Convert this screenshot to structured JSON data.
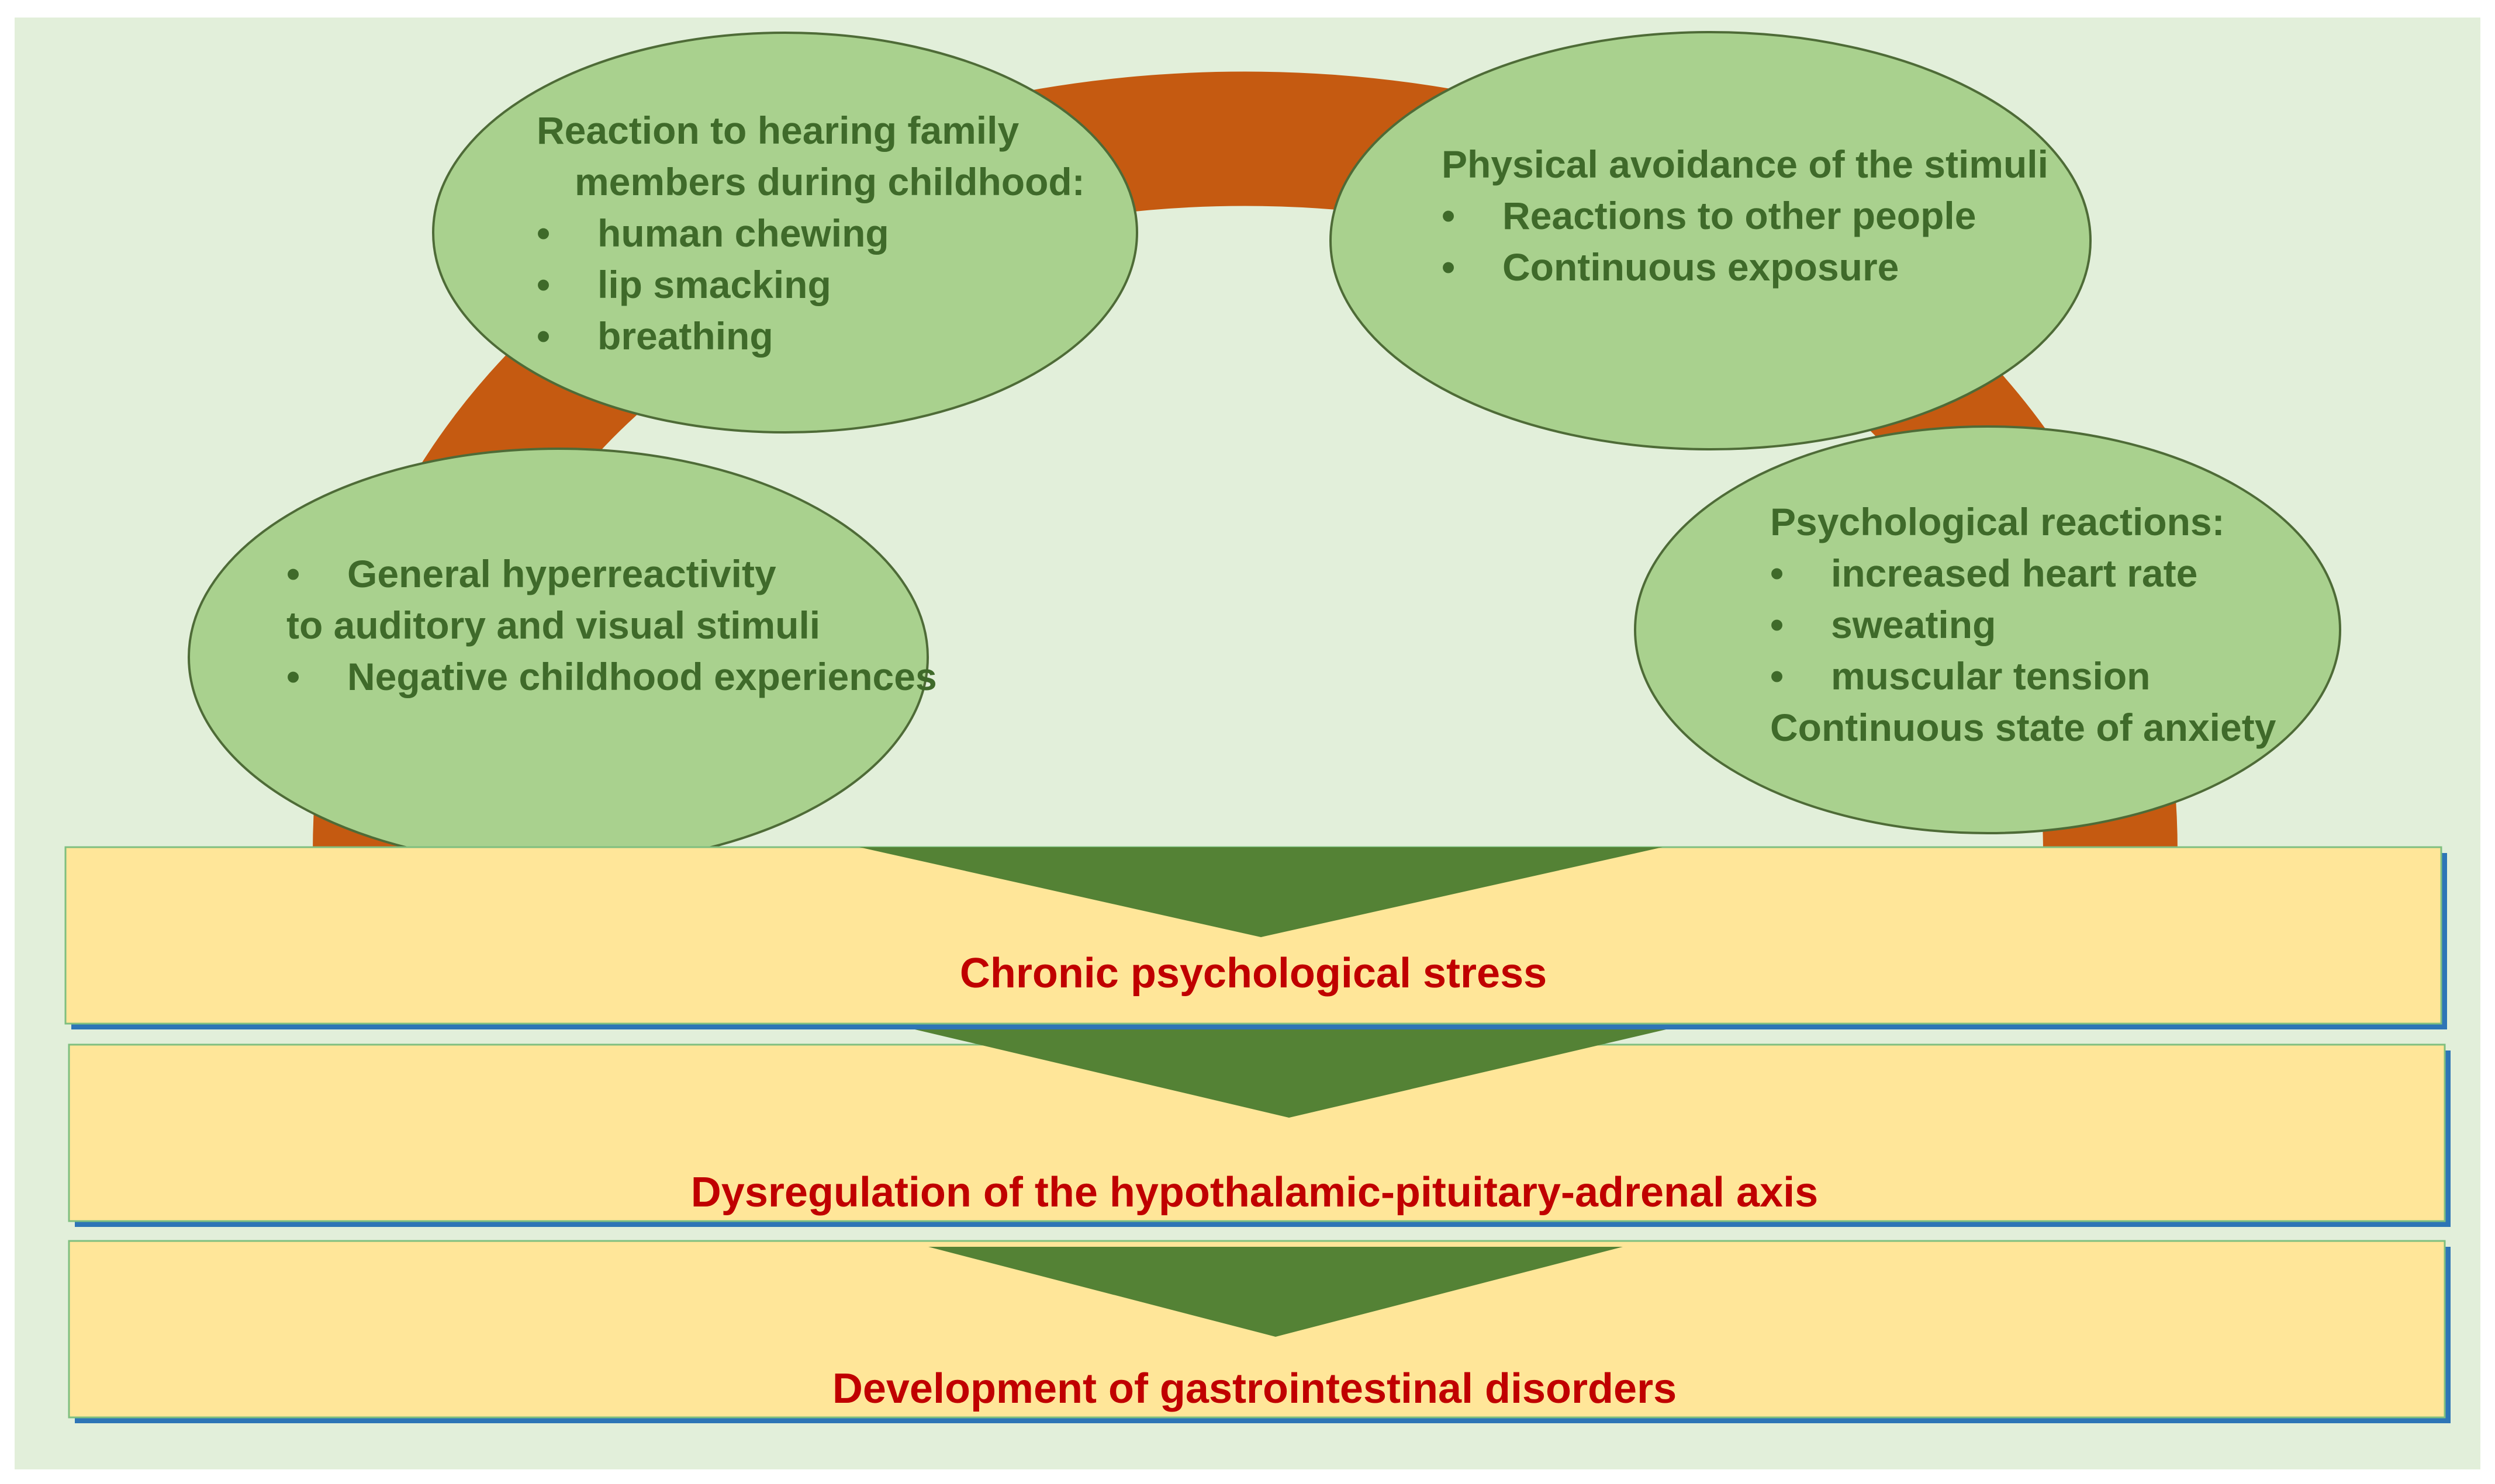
{
  "colors": {
    "background": "#e2efda",
    "arc": "#c55a11",
    "ellipse_fill": "#a9d18e",
    "ellipse_stroke": "#4e6b37",
    "band_fill": "#ffe699",
    "band_shadow": "#2e75b6",
    "arrow_fill": "#548235",
    "bubble_text": "#3f6a2a",
    "band_text": "#c00000"
  },
  "bubbles": {
    "top_left": {
      "line1": "Reaction to hearing family",
      "line2": "members during childhood:",
      "bullets": [
        "human chewing",
        "lip smacking",
        "breathing"
      ]
    },
    "top_right": {
      "heading": "Physical avoidance of the stimuli",
      "bullets": [
        "Reactions to other people",
        "Continuous exposure"
      ]
    },
    "left": {
      "bullet1": "General hyperreactivity",
      "continuation": "to auditory and visual stimuli",
      "bullet2": "Negative childhood experiences"
    },
    "right": {
      "heading": "Psychological reactions:",
      "bullets": [
        "increased heart rate",
        "sweating",
        "muscular tension"
      ],
      "footer": "Continuous state of anxiety"
    }
  },
  "bullet_glyph": "•",
  "bands": [
    {
      "label": "Chronic psychological stress"
    },
    {
      "label": "Dysregulation of the hypothalamic-pituitary-adrenal axis"
    },
    {
      "label": "Development of gastrointestinal disorders"
    }
  ]
}
